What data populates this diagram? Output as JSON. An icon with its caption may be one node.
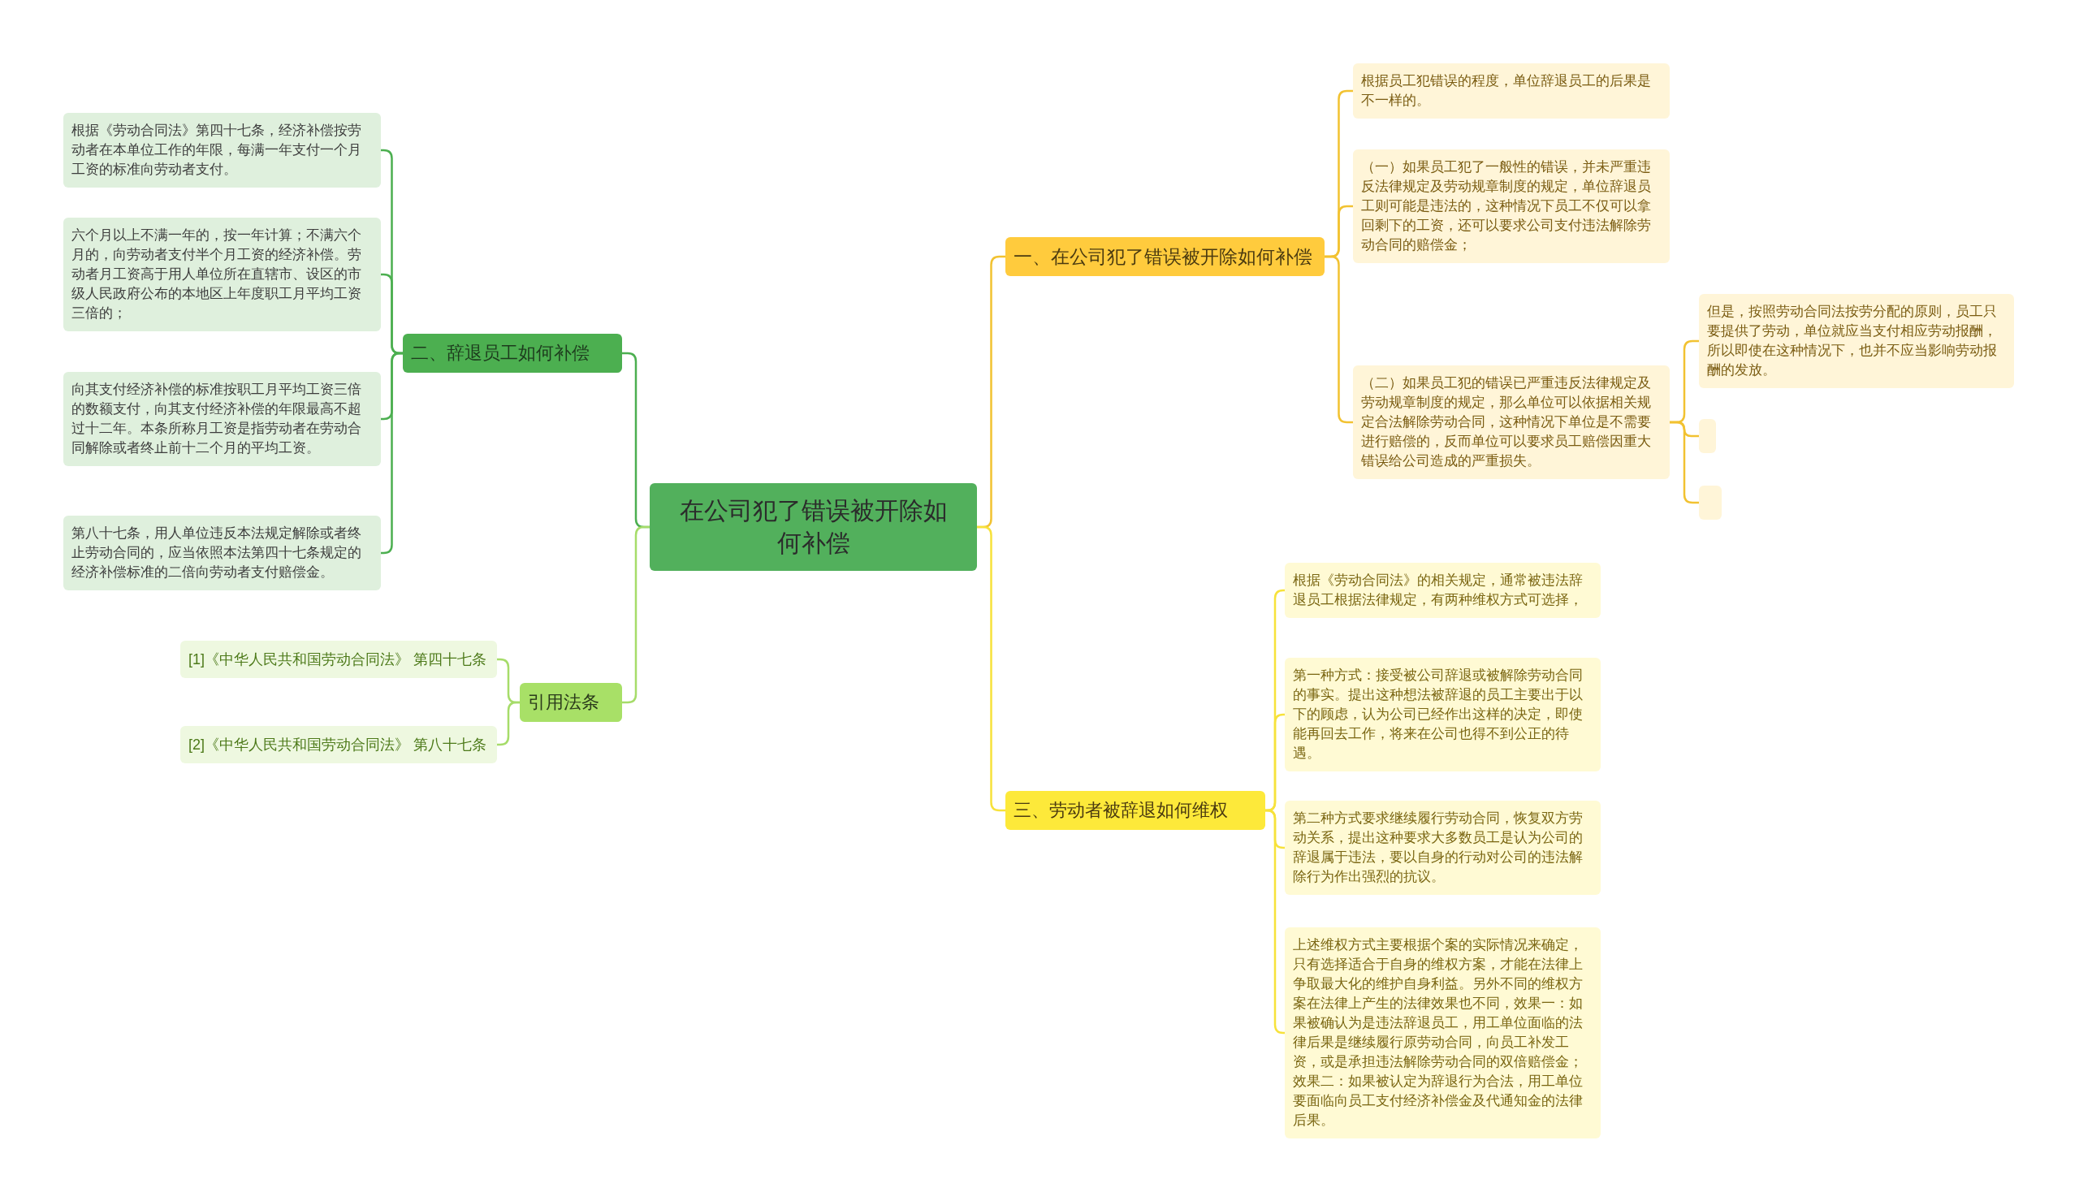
{
  "diagram": {
    "nodes": [
      {
        "text": [
          "在公司犯了错误被开除如何补偿"
        ]
      },
      {
        "text": [
          "一、在公司犯了错误被开除如何补偿"
        ]
      },
      {
        "text": [
          "根据员工犯错误的程度，单位辞退员工的后果是不一样的。"
        ]
      },
      {
        "text": [
          "（一）如果员工犯了一般性的错误，并未严重违反法律规定及劳动规章制度的规定，单位辞退员工则可能是违法的，这种情况下员工不仅可以拿回剩下的工资，还可以要求公司支付违法解除劳动合同的赔偿金；"
        ]
      },
      {
        "text": [
          "（二）如果员工犯的错误已严重违反法律规定及劳动规章制度的规定，那么单位可以依据相关规定合法解除劳动合同，这种情况下单位是不需要进行赔偿的，反而单位可以要求员工赔偿因重大错误给公司造成的严重损失。"
        ]
      },
      {
        "text": [
          "但是，按照劳动合同法按劳分配的原则，员工只要提供了劳动，单位就应当支付相应劳动报酬，所以即使在这种情况下，也并不应当影响劳动报酬的发放。"
        ]
      },
      {
        "text": [],
        "shape": "box"
      },
      {
        "text": [],
        "shape": "box"
      },
      {
        "text": [
          "三、劳动者被辞退如何维权"
        ]
      },
      {
        "text": [
          "根据《劳动合同法》的相关规定，通常被违法辞退员工根据法律规定，有两种维权方式可选择，"
        ]
      },
      {
        "text": [
          "第一种方式：接受被公司辞退或被解除劳动合同的事实。提出这种想法被辞退的员工主要出于以下的顾虑，认为公司已经作出这样的决定，即使能再回去工作，将来在公司也得不到公正的待遇。"
        ]
      },
      {
        "text": [
          "第二种方式要求继续履行劳动合同，恢复双方劳动关系，提出这种要求大多数员工是认为公司的辞退属于违法，要以自身的行动对公司的违法解除行为作出强烈的抗议。"
        ]
      },
      {
        "text": [
          "上述维权方式主要根据个案的实际情况来确定，只有选择适合于自身的维权方案，才能在法律上争取最大化的维护自身利益。另外不同的维权方案在法律上产生的法律效果也不同，效果一：如果被确认为是违法辞退员工，用工单位面临的法律后果是继续履行原劳动合同，向员工补发工资，或是承担违法解除劳动合同的双倍赔偿金；效果二：如果被认定为辞退行为合法，用工单位要面临向员工支付经济补偿金及代通知金的法律后果。"
        ]
      },
      {
        "text": [
          "二、辞退员工如何补偿"
        ]
      },
      {
        "text": [
          "根据《劳动合同法》第四十七条，经济补偿按劳动者在本单位工作的年限，每满一年支付一个月工资的标准向劳动者支付。"
        ]
      },
      {
        "text": [
          "六个月以上不满一年的，按一年计算；不满六个月的，向劳动者支付半个月工资的经济补偿。劳动者月工资高于用人单位所在直辖市、设区的市级人民政府公布的本地区上年度职工月平均工资三倍的；"
        ]
      },
      {
        "text": [
          "向其支付经济补偿的标准按职工月平均工资三倍的数额支付，向其支付经济补偿的年限最高不超过十二年。本条所称月工资是指劳动者在劳动合同解除或者终止前十二个月的平均工资。"
        ]
      },
      {
        "text": [
          "第八十七条，用人单位违反本法规定解除或者终止劳动合同的，应当依照本法第四十七条规定的经济补偿标准的二倍向劳动者支付赔偿金。"
        ]
      },
      {
        "text": [
          "引用法条"
        ]
      },
      {
        "text": [
          "[1]《中华人民共和国劳动合同法》 第四十七条"
        ]
      },
      {
        "text": [
          "[2]《中华人民共和国劳动合同法》 第八十七条"
        ]
      }
    ],
    "edges": [
      {
        "from": 0,
        "to": 1,
        "arrow": "none"
      },
      {
        "from": 1,
        "to": 2,
        "arrow": "none"
      },
      {
        "from": 1,
        "to": 3,
        "arrow": "none"
      },
      {
        "from": 1,
        "to": 4,
        "arrow": "none"
      },
      {
        "from": 4,
        "to": 5,
        "arrow": "none"
      },
      {
        "from": 4,
        "to": 6,
        "arrow": "none"
      },
      {
        "from": 4,
        "to": 7,
        "arrow": "none"
      },
      {
        "from": 0,
        "to": 8,
        "arrow": "none",
        "color": "#f7e23b"
      },
      {
        "from": 8,
        "to": 9,
        "arrow": "none",
        "color": "#f7e23b"
      },
      {
        "from": 8,
        "to": 10,
        "arrow": "none",
        "color": "#f7e23b"
      },
      {
        "from": 8,
        "to": 11,
        "arrow": "none",
        "color": "#f7e23b"
      },
      {
        "from": 8,
        "to": 12,
        "arrow": "none",
        "color": "#f7e23b"
      },
      {
        "from": 0,
        "to": 13,
        "arrow": "none",
        "color": "#4caf50"
      },
      {
        "from": 13,
        "to": 14,
        "arrow": "none",
        "color": "#4caf50"
      },
      {
        "from": 13,
        "to": 15,
        "arrow": "none",
        "color": "#4caf50"
      },
      {
        "from": 13,
        "to": 16,
        "arrow": "none",
        "color": "#4caf50"
      },
      {
        "from": 13,
        "to": 17,
        "arrow": "none",
        "color": "#4caf50"
      },
      {
        "from": 0,
        "to": 18,
        "arrow": "none",
        "color": "#a6dc6a"
      },
      {
        "from": 18,
        "to": 19,
        "arrow": "none",
        "color": "#a6dc6a"
      },
      {
        "from": 18,
        "to": 20,
        "arrow": "none",
        "color": "#a6dc6a"
      }
    ]
  }
}
